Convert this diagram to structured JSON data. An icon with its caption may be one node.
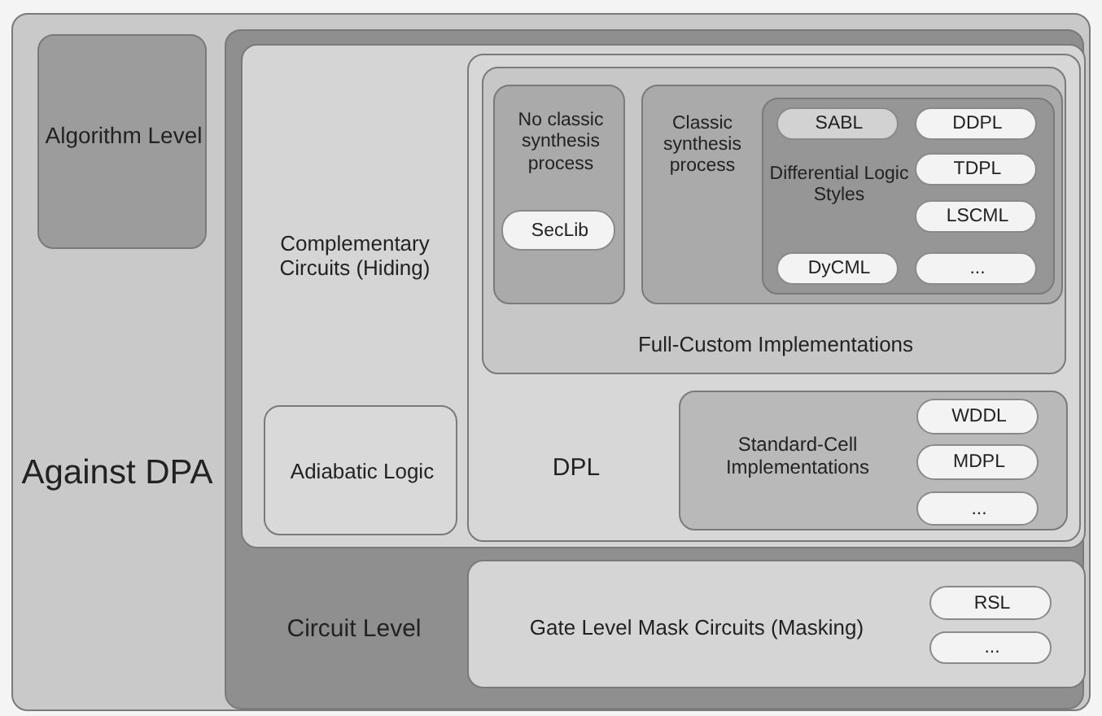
{
  "diagram": {
    "nodes": [
      {
        "text": [
          "Against DPA"
        ]
      },
      {
        "text": [
          "Algorithm Level"
        ],
        "in": 0
      },
      {
        "text": [
          "Circuit Level"
        ],
        "in": 0
      },
      {
        "text": [
          "Complementary Circuits (Hiding)"
        ],
        "in": 2
      },
      {
        "text": [
          "Adiabatic Logic"
        ],
        "in": 3
      },
      {
        "text": [
          "DPL"
        ],
        "in": 3
      },
      {
        "text": [
          "Full-Custom Implementations"
        ],
        "in": 5
      },
      {
        "text": [
          "No classic synthesis process"
        ],
        "in": 6
      },
      {
        "text": [
          "SecLib"
        ],
        "in": 7
      },
      {
        "text": [
          "Classic synthesis process"
        ],
        "in": 6
      },
      {
        "text": [
          "Differential Logic Styles"
        ],
        "in": 9
      },
      {
        "text": [
          "SABL"
        ],
        "in": 10
      },
      {
        "text": [
          "DDPL"
        ],
        "in": 10
      },
      {
        "text": [
          "TDPL"
        ],
        "in": 10
      },
      {
        "text": [
          "LSCML"
        ],
        "in": 10
      },
      {
        "text": [
          "DyCML"
        ],
        "in": 10
      },
      {
        "text": [
          "..."
        ],
        "in": 10
      },
      {
        "text": [
          "Standard-Cell Implementations"
        ],
        "in": 5
      },
      {
        "text": [
          "WDDL"
        ],
        "in": 17
      },
      {
        "text": [
          "MDPL"
        ],
        "in": 17
      },
      {
        "text": [
          "..."
        ],
        "in": 17
      },
      {
        "text": [
          "Gate Level Mask Circuits (Masking)"
        ],
        "in": 2
      },
      {
        "text": [
          "RSL"
        ],
        "in": 21
      },
      {
        "text": [
          "..."
        ],
        "in": 21
      }
    ]
  }
}
